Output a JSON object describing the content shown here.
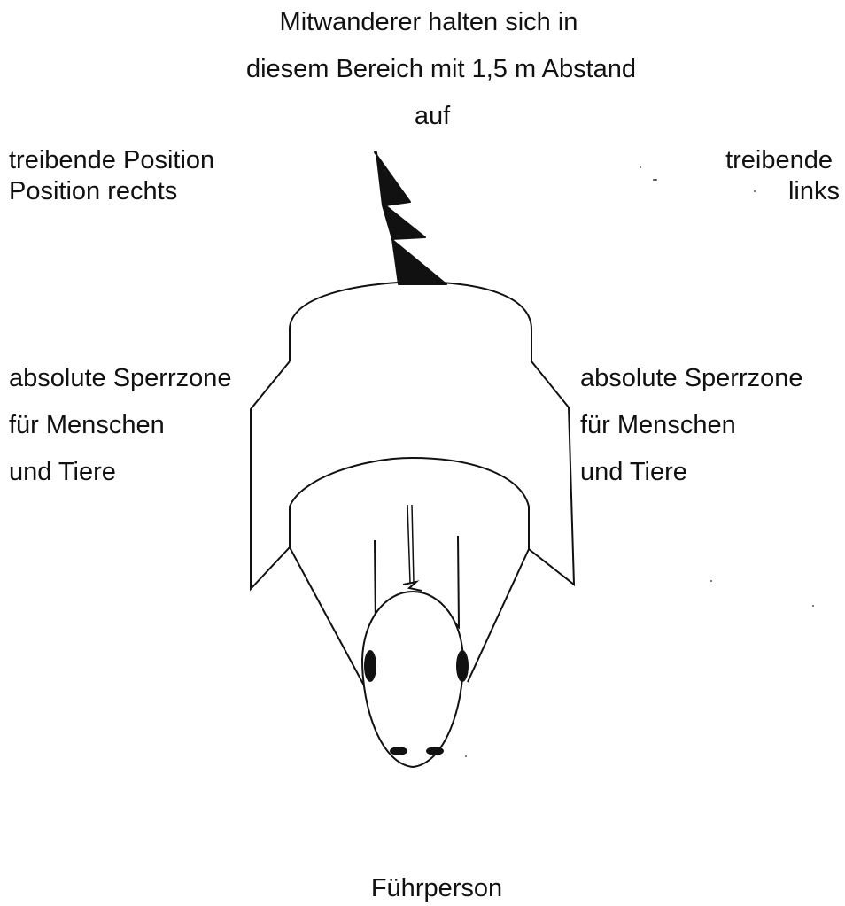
{
  "top_note": {
    "line1": "Mitwanderer halten sich  in",
    "line2": "diesem Bereich mit 1,5 m Abstand",
    "line3": "auf"
  },
  "drive_right": {
    "line1": "treibende Position",
    "line2": "Position rechts"
  },
  "drive_left": {
    "line1": "treibende",
    "line2": "links"
  },
  "zone_left": {
    "line1": "absolute Sperrzone",
    "line2": "für Menschen",
    "line3": "und Tiere"
  },
  "zone_right": {
    "line1": "absolute Sperrzone",
    "line2": "für Menschen",
    "line3": "und Tiere"
  },
  "handler": {
    "label": "Führperson"
  },
  "colors": {
    "ink": "#111111",
    "background": "#ffffff"
  }
}
